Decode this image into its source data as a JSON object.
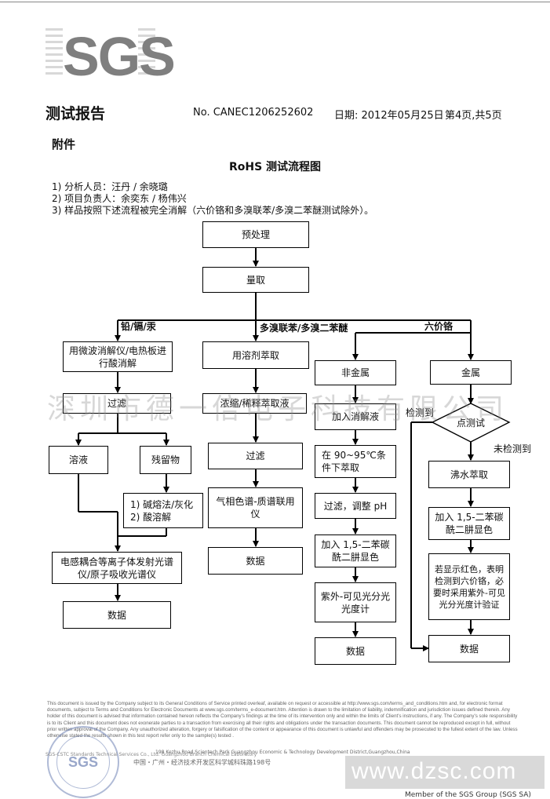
{
  "header": {
    "logo": "SGS",
    "title": "测试报告",
    "report_no": "No. CANEC1206252602",
    "date": "日期: 2012年05月25日",
    "page": "第4页,共5页"
  },
  "attachment": "附件",
  "flow_title": "RoHS 测试流程图",
  "notes": [
    "1) 分析人员：汪丹 / 余晓璐",
    "2) 项目负责人：余奕东 / 杨伟兴",
    "3) 样品按照下述流程被完全消解（六价铬和多溴联苯/多溴二苯醚测试除外）。"
  ],
  "flow": {
    "pretreat": "预处理",
    "weigh": "量取",
    "branch_pb": "铅/镉/汞",
    "branch_pbb": "多溴联苯/多溴二苯醚",
    "branch_cr": "六价铬",
    "col1": {
      "digest": "用微波消解仪/电热板进行酸消解",
      "filter": "过滤",
      "solution": "溶液",
      "residue": "残留物",
      "residue_method_1": "1) 碱熔法/灰化",
      "residue_method_2": "2) 酸溶解",
      "icp": "电感耦合等离子体发射光谱仪/原子吸收光谱仪",
      "data": "数据"
    },
    "col2": {
      "extract": "用溶剂萃取",
      "concentrate": "浓缩/稀释萃取液",
      "filter": "过滤",
      "gcms": "气相色谱-质谱联用仪",
      "data": "数据"
    },
    "col3": {
      "nonmetal": "非金属",
      "add_digest": "加入消解液",
      "heat": "在 90~95℃条件下萃取",
      "filter_ph": "过滤，调整 pH",
      "add_dpc": "加入 1,5-二苯碳酰二肼显色",
      "uvvis": "紫外-可见光分光光度计",
      "data": "数据"
    },
    "col4": {
      "metal": "金属",
      "spot_test": "点测试",
      "detected": "检测到",
      "not_detected": "未检测到",
      "boil": "沸水萃取",
      "add_dpc": "加入 1,5-二苯碳酰二肼显色",
      "verify": "若显示红色，表明检测到六价铬，必要时采用紫外-可见光分光度计验证",
      "data": "数据"
    }
  },
  "watermark": "深圳市德一倍电子科技有限公司",
  "footer": {
    "disclaimer": "This document is issued by the Company subject to its General Conditions of Service printed overleaf, available on request or accessible at http://www.sgs.com/terms_and_conditions.htm and, for electronic format documents, subject to Terms and Conditions for Electronic Documents at www.sgs.com/terms_e-document.htm. Attention is drawn to the limitation of liability, indemnification and jurisdiction issues defined therein. Any holder of this document is advised that information contained hereon reflects the Company's findings at the time of its intervention only and within the limits of Client's instructions, if any. The Company's sole responsibility is to its Client and this document does not exonerate parties to a transaction from exercising all their rights and obligations under the transaction documents. This document cannot be reproduced except in full, without prior written approval of the Company. Any unauthorized alteration, forgery or falsification of the content or appearance of this document is unlawful and offenders may be prosecuted to the fullest extent of the law. Unless otherwise stated the results shown in this test report refer only to the sample(s) tested .",
    "stamp": "SGS",
    "address_left": "SGS-CSTC Standards Technical Services Co., Ltd. Guangzhou Branch Chemical Laboratory",
    "address_en": "198 Kezhu Road,Scientech Park Guangzhou Economic & Technology Development District,Guangzhou,China",
    "address_cn": "中国・广州・经济技术开发区科学城科珠路198号",
    "banner": "www.dzsc.com",
    "member": "Member of the SGS Group (SGS SA)"
  }
}
